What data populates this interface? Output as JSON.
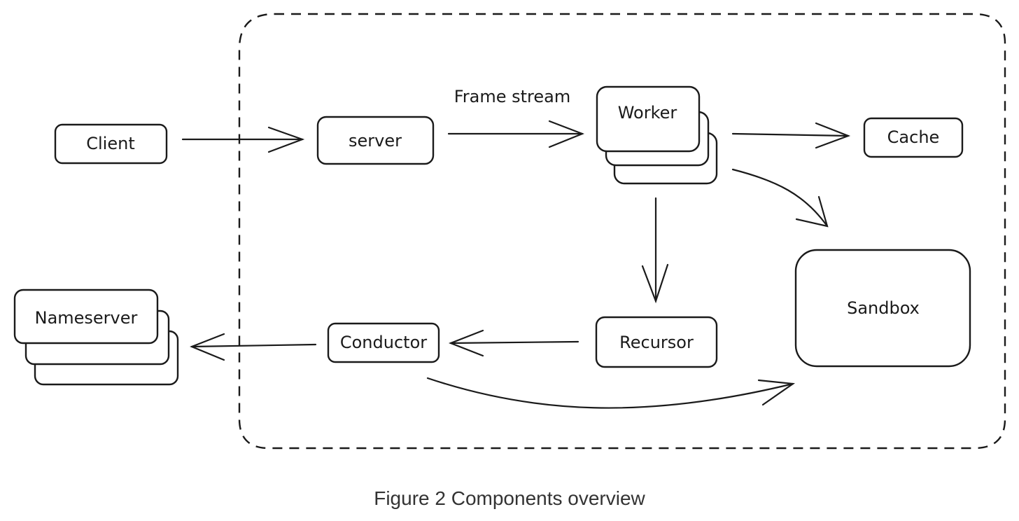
{
  "nodes": {
    "client": "Client",
    "server": "server",
    "worker": "Worker",
    "cache": "Cache",
    "sandbox": "Sandbox",
    "recursor": "Recursor",
    "conductor": "Conductor",
    "nameserver": "Nameserver"
  },
  "edges": {
    "server_to_worker": "Frame stream"
  },
  "caption": "Figure 2 Components overview"
}
